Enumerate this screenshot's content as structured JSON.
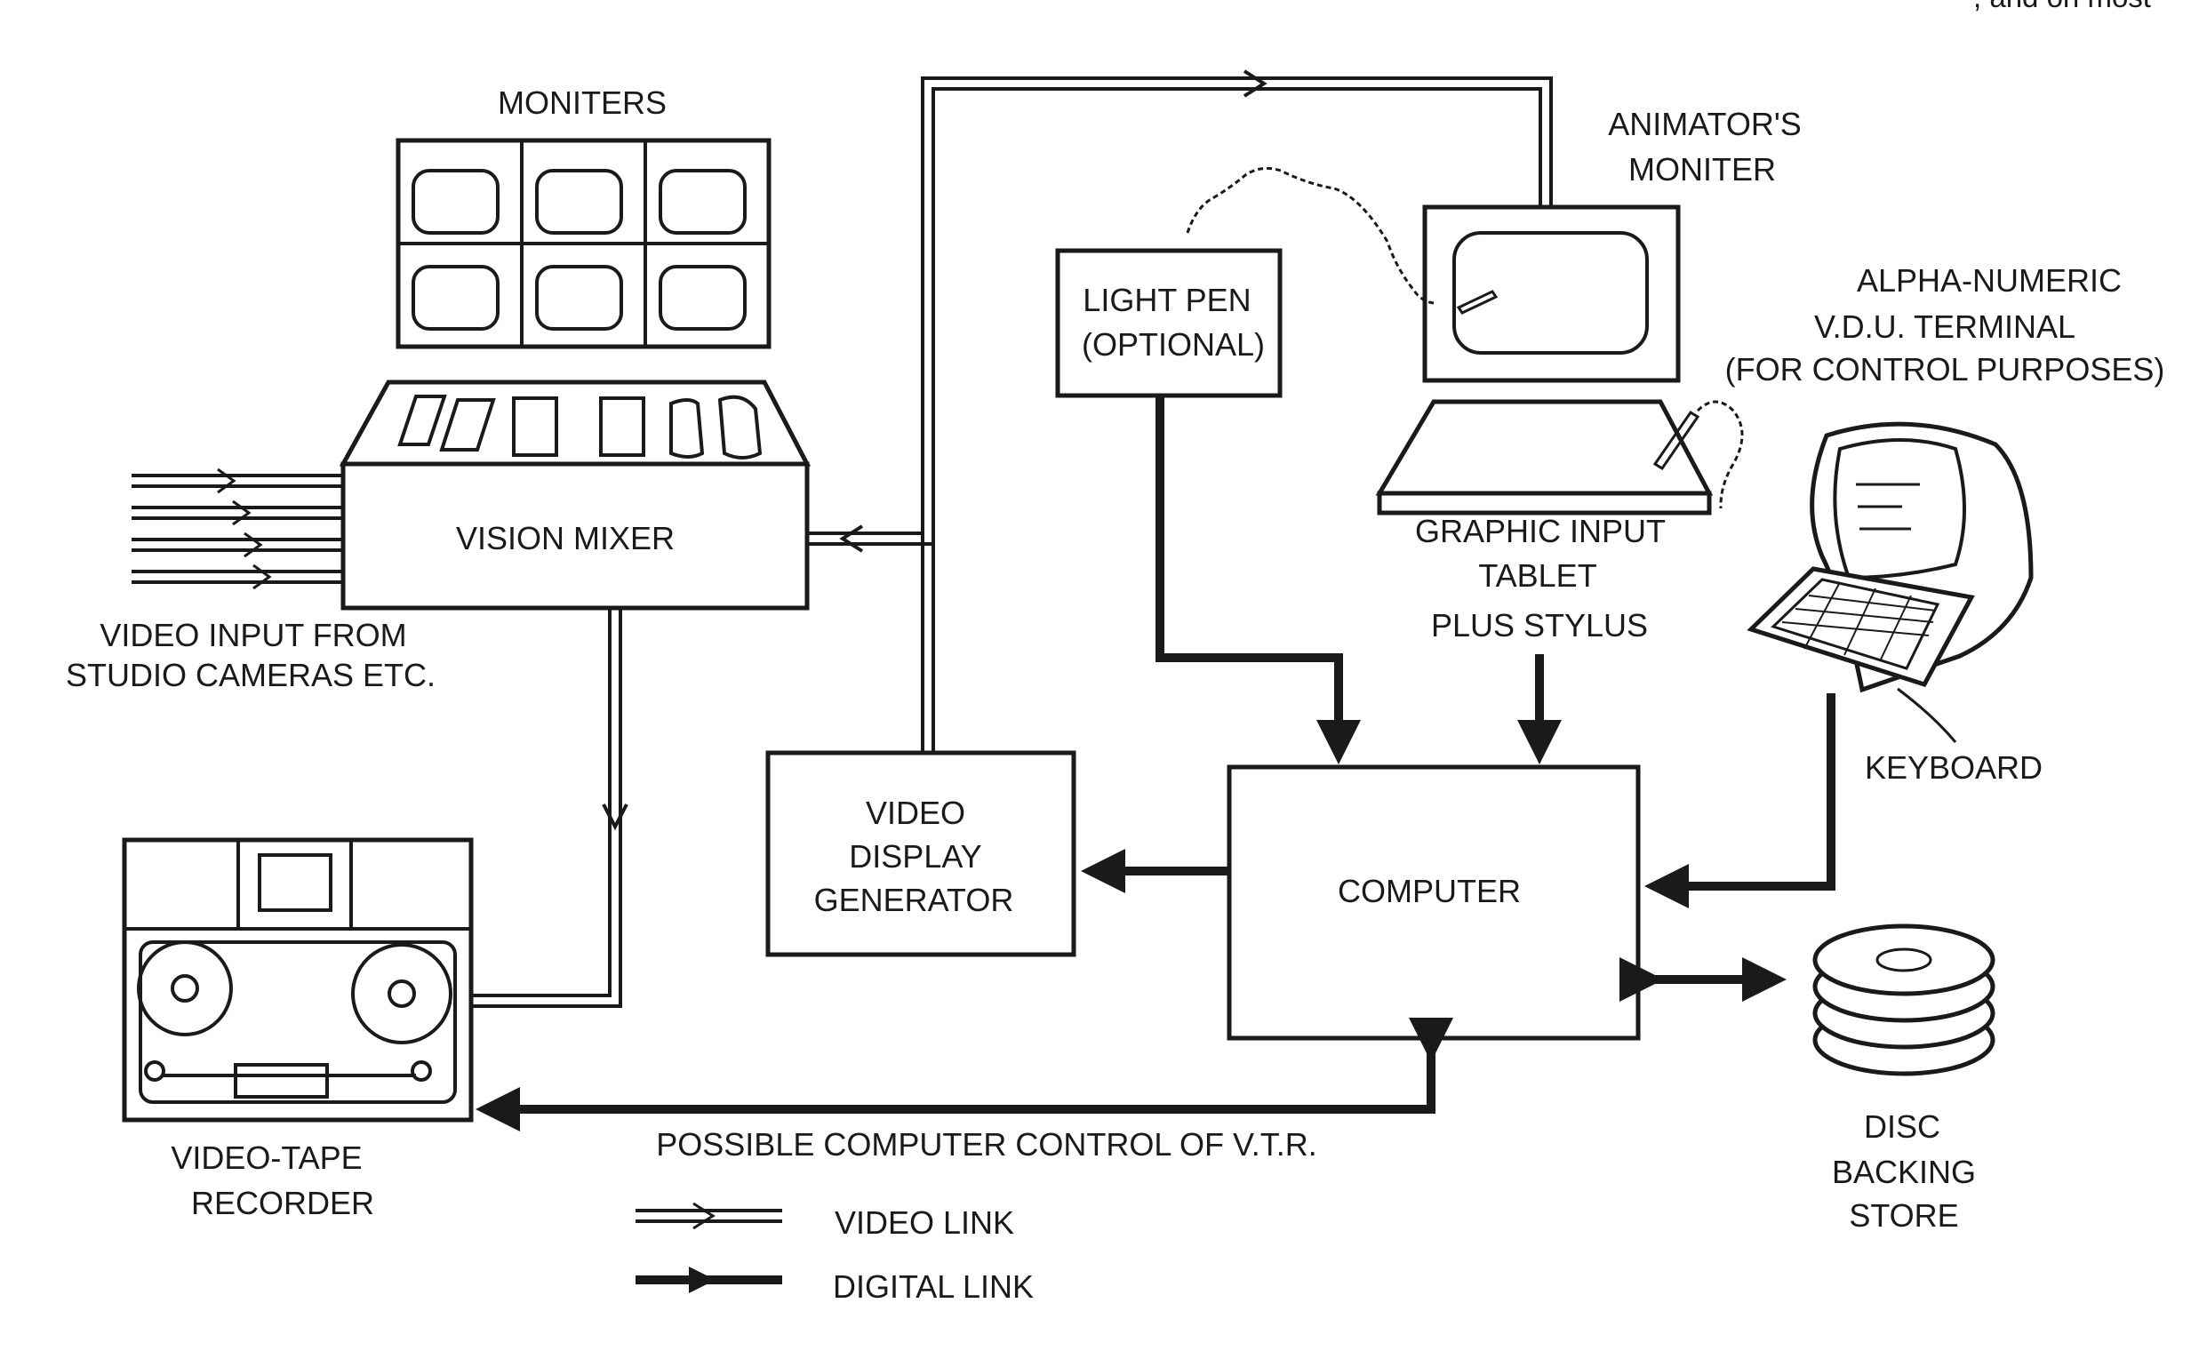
{
  "corner_text": ", and on most",
  "labels": {
    "moniters": "MONITERS",
    "vision_mixer": "VISION MIXER",
    "video_input": [
      "VIDEO INPUT FROM",
      "STUDIO CAMERAS ETC."
    ],
    "animators_moniter": [
      "ANIMATOR'S",
      "MONITER"
    ],
    "light_pen": [
      "LIGHT PEN",
      "(OPTIONAL)"
    ],
    "alpha_numeric": [
      "ALPHA-NUMERIC",
      "V.D.U. TERMINAL",
      "(FOR CONTROL PURPOSES)"
    ],
    "graphic_input": [
      "GRAPHIC INPUT",
      "TABLET",
      "PLUS STYLUS"
    ],
    "keyboard": "KEYBOARD",
    "video_display_generator": [
      "VIDEO",
      "DISPLAY",
      "GENERATOR"
    ],
    "computer": "COMPUTER",
    "video_tape_recorder": [
      "VIDEO-TAPE",
      "RECORDER"
    ],
    "vtr_control": "POSSIBLE COMPUTER CONTROL OF V.T.R.",
    "disc_backing_store": [
      "DISC",
      "BACKING",
      "STORE"
    ]
  },
  "legend": {
    "video_link": "VIDEO LINK",
    "digital_link": "DIGITAL LINK"
  }
}
